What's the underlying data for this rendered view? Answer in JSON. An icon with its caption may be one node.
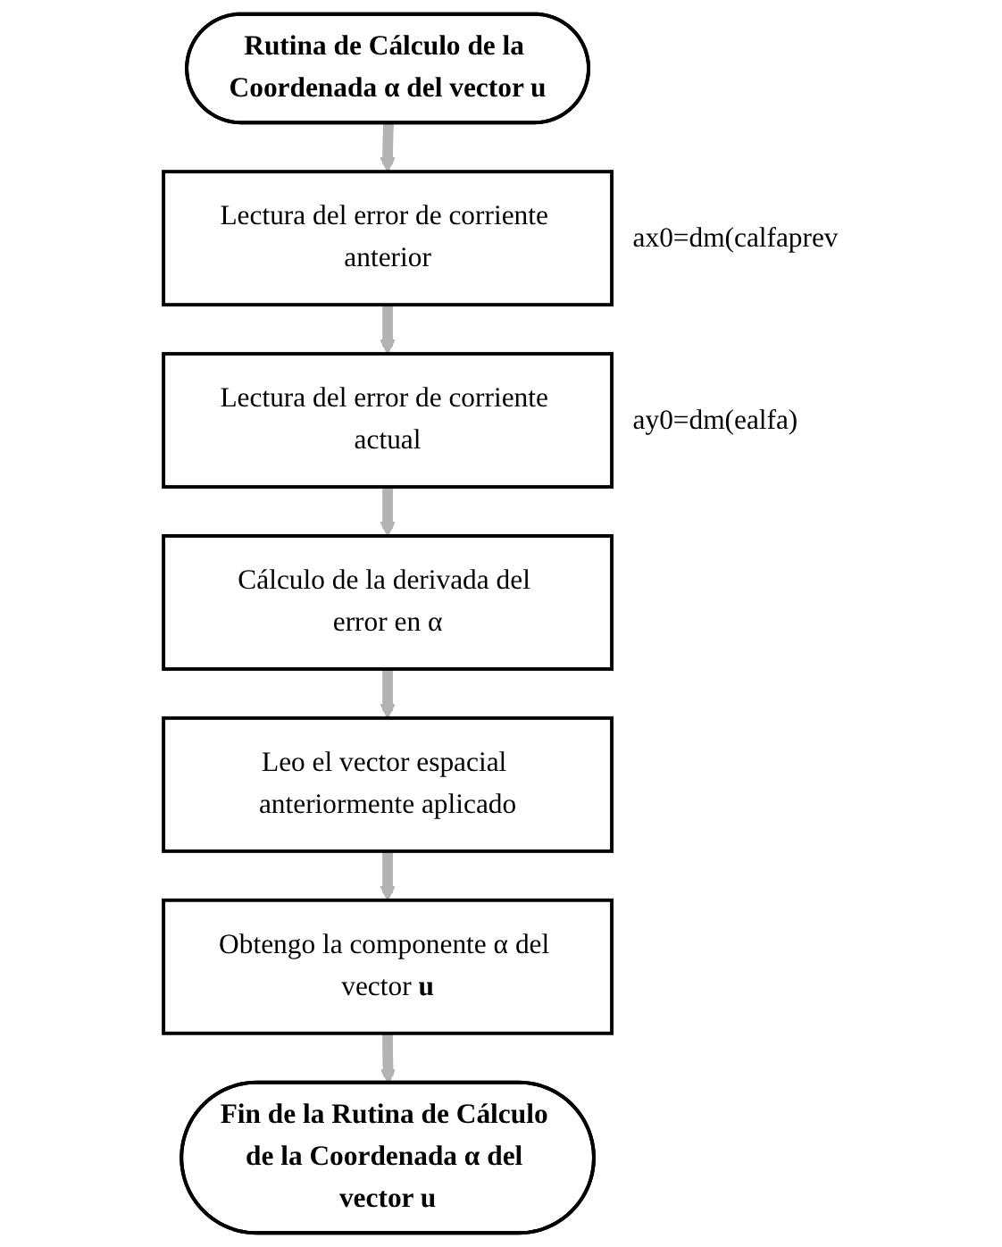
{
  "diagram": {
    "nodes": [
      {
        "text": [
          "Rutina de Cálculo de la Coordenada α del vector u"
        ]
      },
      {
        "text": [
          "Lectura del error de corriente anterior"
        ],
        "beside": [
          "ax0=dm(calfaprev"
        ]
      },
      {
        "text": [
          "Lectura del error de corriente actual"
        ],
        "beside": [
          "ay0=dm(ealfa)"
        ]
      },
      {
        "text": [
          "Cálculo de la derivada del error en α"
        ]
      },
      {
        "text": [
          "Leo el vector espacial anteriormente aplicado"
        ]
      },
      {
        "text": [
          "Obtengo la componente α del vector **u**"
        ]
      },
      {
        "text": [
          "Fin de la Rutina de Cálculo de la Coordenada α del vector u"
        ]
      }
    ],
    "edges": [
      {
        "from": 0,
        "to": 1,
        "arrow": "to"
      },
      {
        "from": 1,
        "to": 2,
        "arrow": "to"
      },
      {
        "from": 2,
        "to": 3,
        "arrow": "to"
      },
      {
        "from": 3,
        "to": 4,
        "arrow": "to"
      },
      {
        "from": 4,
        "to": 5,
        "arrow": "to"
      },
      {
        "from": 5,
        "to": 6,
        "arrow": "to"
      }
    ]
  }
}
